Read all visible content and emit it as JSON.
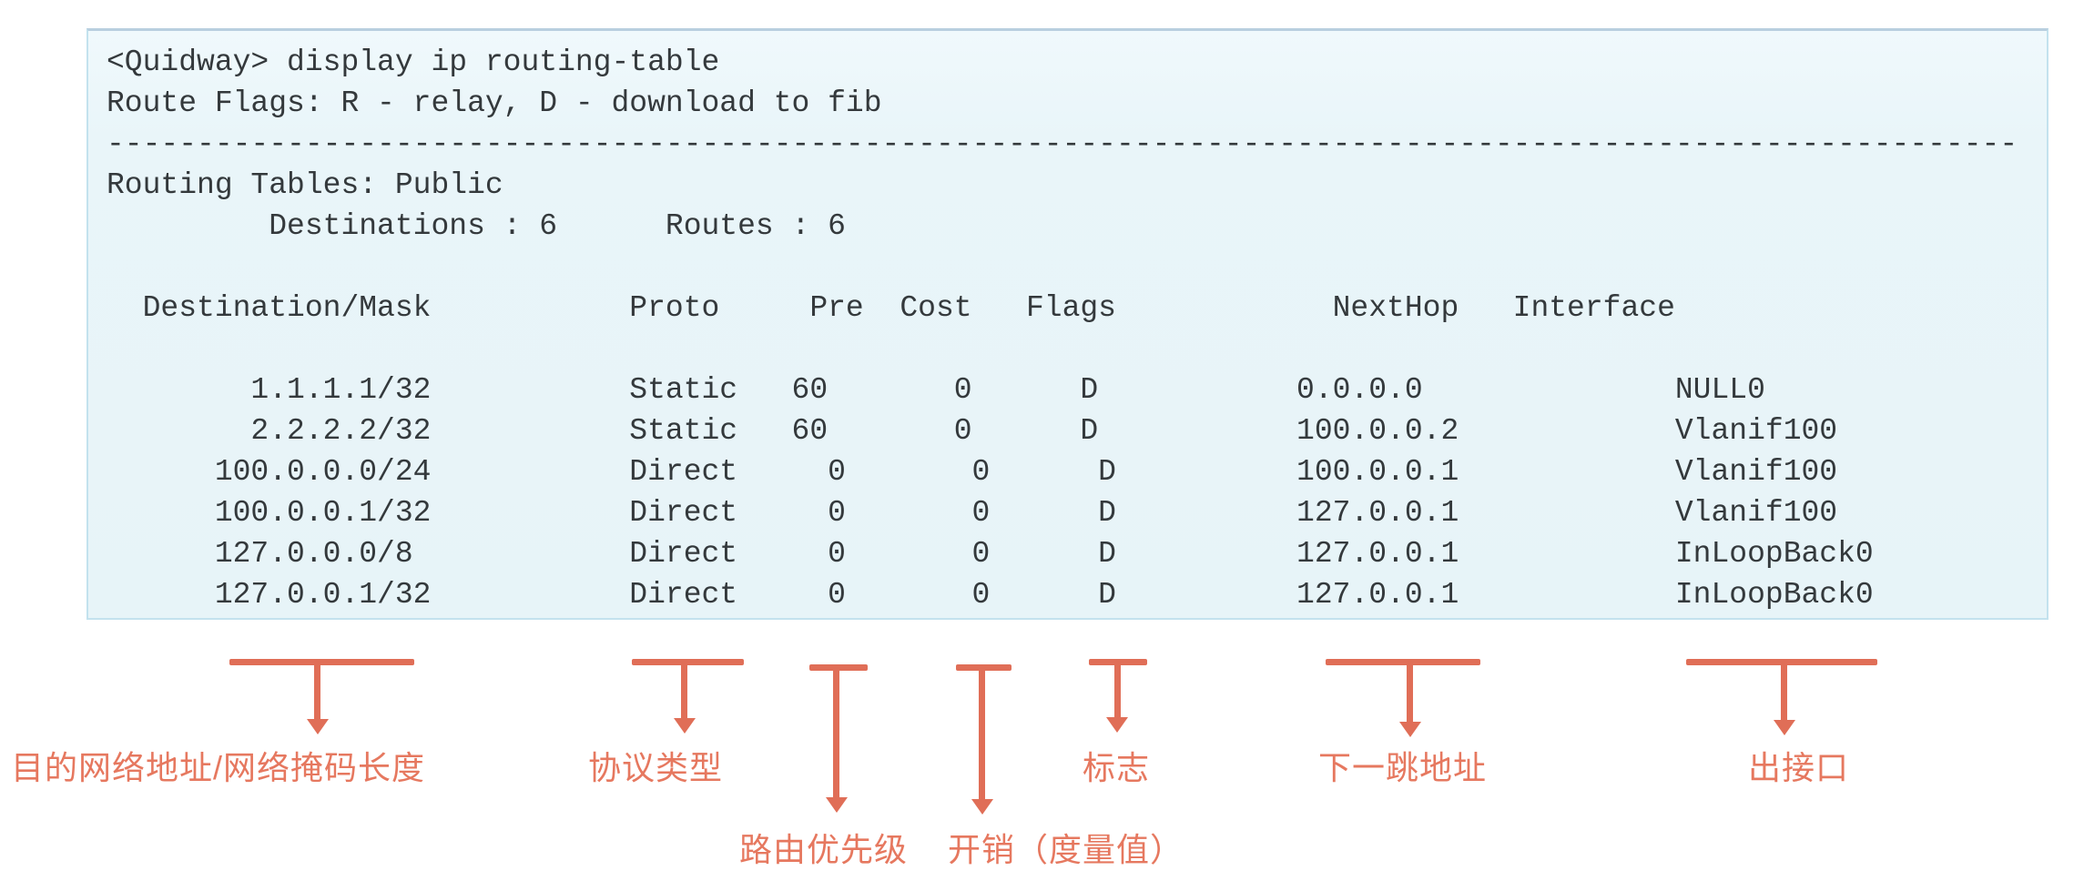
{
  "terminal": {
    "lines": [
      "<Quidway> display ip routing-table",
      "Route Flags: R - relay, D - download to fib",
      "----------------------------------------------------------------------------------------------------------",
      "Routing Tables: Public",
      "         Destinations : 6      Routes : 6",
      "",
      "  Destination/Mask           Proto     Pre  Cost   Flags            NextHop   Interface",
      "",
      "        1.1.1.1/32           Static   60       0      D           0.0.0.0              NULL0",
      "        2.2.2.2/32           Static   60       0      D           100.0.0.2            Vlanif100",
      "      100.0.0.0/24           Direct     0       0      D          100.0.0.1            Vlanif100",
      "      100.0.0.1/32           Direct     0       0      D          127.0.0.1            Vlanif100",
      "      127.0.0.0/8            Direct     0       0      D          127.0.0.1            InLoopBack0",
      "      127.0.0.1/32           Direct     0       0      D          127.0.0.1            InLoopBack0"
    ]
  },
  "routing_table": {
    "command": "display ip routing-table",
    "prompt": "<Quidway>",
    "route_flags_legend": "R - relay, D - download to fib",
    "tables": "Public",
    "destinations": 6,
    "routes": 6,
    "columns": [
      "Destination/Mask",
      "Proto",
      "Pre",
      "Cost",
      "Flags",
      "NextHop",
      "Interface"
    ],
    "rows": [
      [
        "1.1.1.1/32",
        "Static",
        "60",
        "0",
        "D",
        "0.0.0.0",
        "NULL0"
      ],
      [
        "2.2.2.2/32",
        "Static",
        "60",
        "0",
        "D",
        "100.0.0.2",
        "Vlanif100"
      ],
      [
        "100.0.0.0/24",
        "Direct",
        "0",
        "0",
        "D",
        "100.0.0.1",
        "Vlanif100"
      ],
      [
        "100.0.0.1/32",
        "Direct",
        "0",
        "0",
        "D",
        "127.0.0.1",
        "Vlanif100"
      ],
      [
        "127.0.0.0/8",
        "Direct",
        "0",
        "0",
        "D",
        "127.0.0.1",
        "InLoopBack0"
      ],
      [
        "127.0.0.1/32",
        "Direct",
        "0",
        "0",
        "D",
        "127.0.0.1",
        "InLoopBack0"
      ]
    ]
  },
  "annotations": [
    {
      "column": "Destination/Mask",
      "label": "目的网络地址/网络掩码长度"
    },
    {
      "column": "Proto",
      "label": "协议类型"
    },
    {
      "column": "Pre",
      "label": "路由优先级"
    },
    {
      "column": "Cost",
      "label": "开销（度量值）"
    },
    {
      "column": "Flags",
      "label": "标志"
    },
    {
      "column": "NextHop",
      "label": "下一跳地址"
    },
    {
      "column": "Interface",
      "label": "出接口"
    }
  ],
  "colors": {
    "annotation_accent": "#e06e57",
    "annotation_label": "#e6785f",
    "terminal_background": "#e9f5f9",
    "terminal_border": "#c3e2ee",
    "terminal_text": "#34393c",
    "page_background": "#ffffff"
  }
}
